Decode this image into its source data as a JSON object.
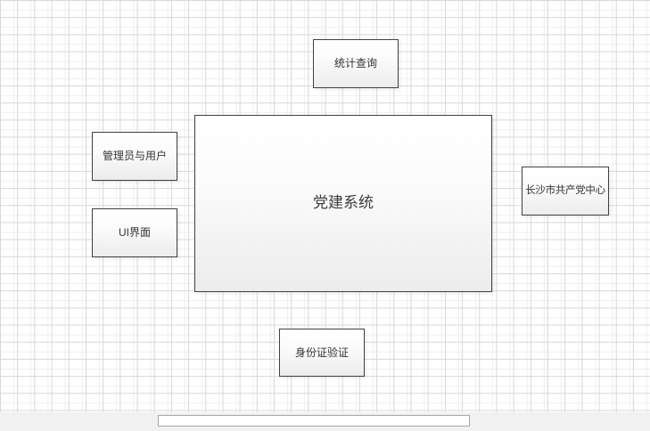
{
  "canvas": {
    "background_color": "#ffffff",
    "grid_major_color": "#d7d7d7",
    "grid_minor_color": "#efefef"
  },
  "diagram": {
    "center_node": {
      "label": "党建系统"
    },
    "nodes": {
      "stats_query": {
        "label": "统计查询"
      },
      "admin_users": {
        "label": "管理员与用户"
      },
      "ui_interface": {
        "label": "UI界面"
      },
      "party_center": {
        "label": "长沙市共产党中心"
      },
      "id_verification": {
        "label": "身份证验证"
      }
    },
    "style": {
      "node_border_color": "#404040",
      "node_fill_top": "#ffffff",
      "node_fill_bottom": "#ececec",
      "text_color": "#333333"
    }
  },
  "scrollbar": {
    "track_color": "#f1f1f1",
    "thumb_color": "#ffffff",
    "thumb_border_color": "#a8a8a8"
  }
}
